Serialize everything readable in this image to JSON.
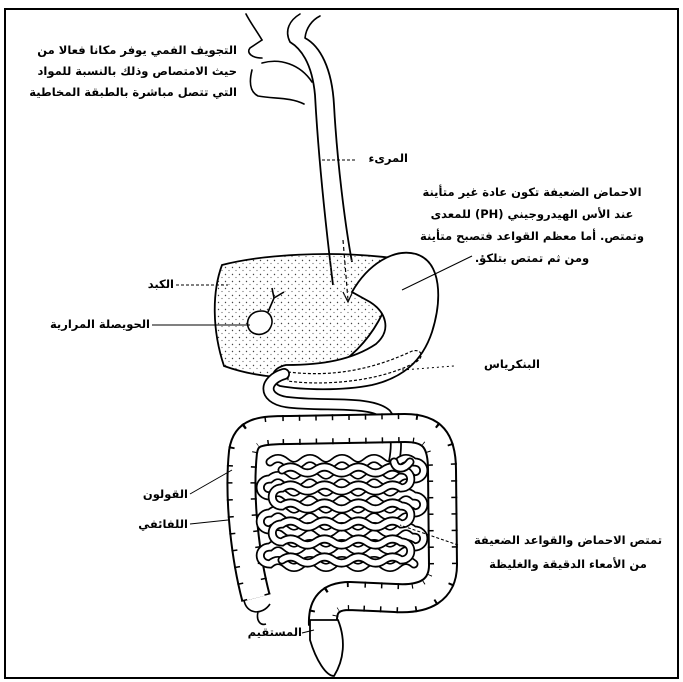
{
  "labels": {
    "mouth": [
      "التجويف الفمي يوفر مكانا فعالا من",
      "حيث الامتصاص وذلك بالنسبة للمواد",
      "التي تتصل مباشرة بالطبقة المخاطية"
    ],
    "esophagus": "المرىء",
    "stomach": [
      "الاحماض الضعيفة تكون عادة غير متأينة",
      "عند الأس الهيدروجيني (PH) للمعدى",
      "وتمتص. أما معظم القواعد فتصبح متأينة",
      "ومن ثم تمتص بتلكؤ."
    ],
    "liver": "الكبد",
    "gallbladder": "الحويصلة المرارية",
    "pancreas": "البنكرياس",
    "colon": "القولون",
    "ileum": "اللفائفي",
    "intestines": [
      "تمتص الاحماض والقواعد الضعيفة",
      "من الأمعاء الدقيقة والغليظة"
    ],
    "rectum": "المستقيم"
  }
}
